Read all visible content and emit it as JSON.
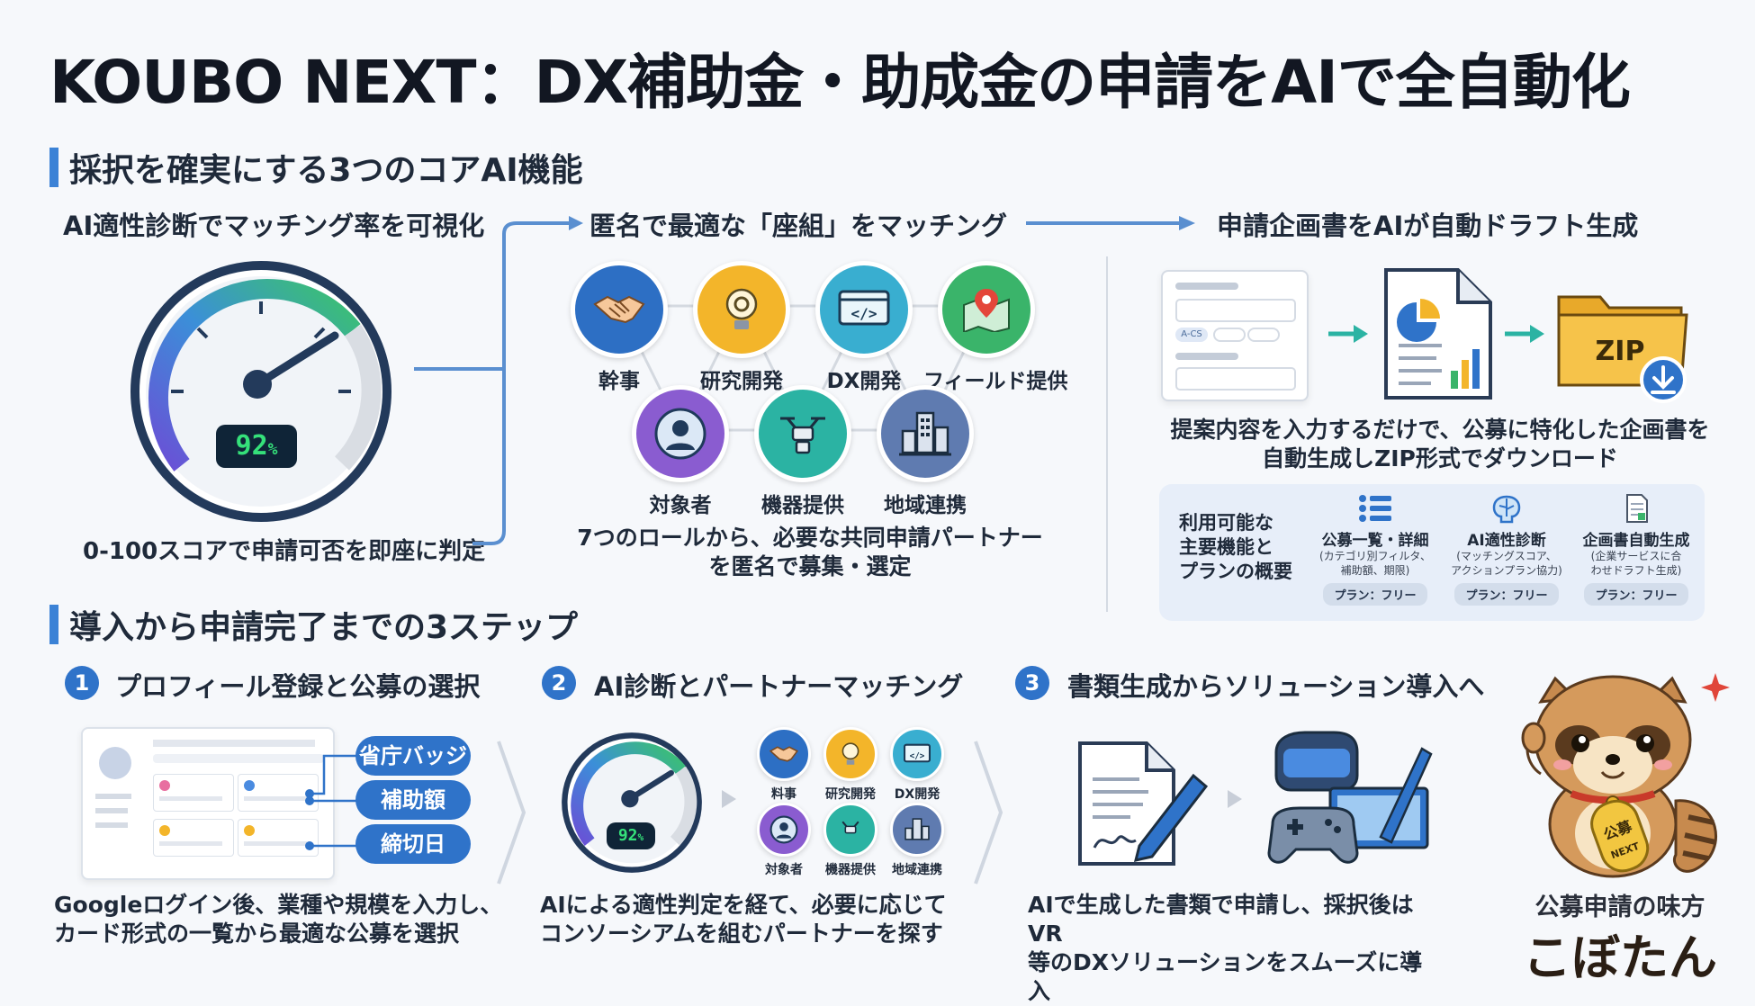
{
  "title": "KOUBO NEXT：DX補助金・助成金の申請をAIで全自動化",
  "sections": {
    "core": "採択を確実にする3つのコアAI機能",
    "steps": "導入から申請完了までの3ステップ"
  },
  "features": {
    "f1_title": "AI適性診断でマッチング率を可視化",
    "f1_gauge": "92",
    "f1_gauge_unit": "%",
    "f1_desc": "0-100スコアで申請可否を即座に判定",
    "f2_title": "匿名で最適な「座組」をマッチング",
    "f2_desc_line1": "7つのロールから、必要な共同申請パートナー",
    "f2_desc_line2": "を匿名で募集・選定",
    "f3_title": "申請企画書をAIが自動ドラフト生成",
    "f3_form_tag": "A-CS",
    "f3_zip": "ZIP",
    "f3_desc_line1": "提案内容を入力するだけで、公募に特化した企画書を",
    "f3_desc_line2": "自動生成しZIP形式でダウンロード"
  },
  "roles": [
    {
      "label": "幹事",
      "color": "#2d6fc4",
      "icon": "handshake-icon"
    },
    {
      "label": "研究開発",
      "color": "#f3b52a",
      "icon": "lightbulb-icon"
    },
    {
      "label": "DX開発",
      "color": "#39aed0",
      "icon": "code-window-icon"
    },
    {
      "label": "フィールド提供",
      "color": "#3ab46a",
      "icon": "map-pin-icon"
    },
    {
      "label": "対象者",
      "color": "#8a5cd0",
      "icon": "person-icon"
    },
    {
      "label": "機器提供",
      "color": "#2bb3a3",
      "icon": "drone-icon"
    },
    {
      "label": "地域連携",
      "color": "#5f7bb0",
      "icon": "buildings-icon"
    }
  ],
  "roles_small": [
    {
      "label": "料事"
    },
    {
      "label": "研究開発"
    },
    {
      "label": "DX開発"
    },
    {
      "label": "対象者"
    },
    {
      "label": "機器提供"
    },
    {
      "label": "地域連携"
    }
  ],
  "plan": {
    "heading_l1": "利用可能な",
    "heading_l2": "主要機能と",
    "heading_l3": "プランの概要",
    "cols": [
      {
        "title": "公募一覧・詳細",
        "sub1": "(カテゴリ別フィルタ、",
        "sub2": "補助額、期限)",
        "tag": "プラン：フリー"
      },
      {
        "title": "AI適性診断",
        "sub1": "(マッチングスコア、",
        "sub2": "アクションプラン協力)",
        "tag": "プラン：フリー"
      },
      {
        "title": "企画書自動生成",
        "sub1": "(企業サービスに合",
        "sub2": "わせドラフト生成)",
        "tag": "プラン：フリー"
      }
    ]
  },
  "steps": [
    {
      "num": "1",
      "title": "プロフィール登録と公募の選択",
      "desc1": "Googleログイン後、業種や規模を入力し、",
      "desc2": "カード形式の一覧から最適な公募を選択"
    },
    {
      "num": "2",
      "title": "AI診断とパートナーマッチング",
      "desc1": "AIによる適性判定を経て、必要に応じて",
      "desc2": "コンソーシアムを組むパートナーを探す"
    },
    {
      "num": "3",
      "title": "書類生成からソリューション導入へ",
      "desc1": "AIで生成した書類で申請し、採択後はVR",
      "desc2": "等のDXソリューションをスムーズに導入"
    }
  ],
  "step1_pills": [
    "省庁バッジ",
    "補助額",
    "締切日"
  ],
  "step2_gauge": "92",
  "step2_gauge_unit": "%",
  "mascot": {
    "tagline": "公募申請の味方",
    "name": "こぼたん",
    "badge_text": "公募",
    "badge_sub": "NEXT"
  }
}
